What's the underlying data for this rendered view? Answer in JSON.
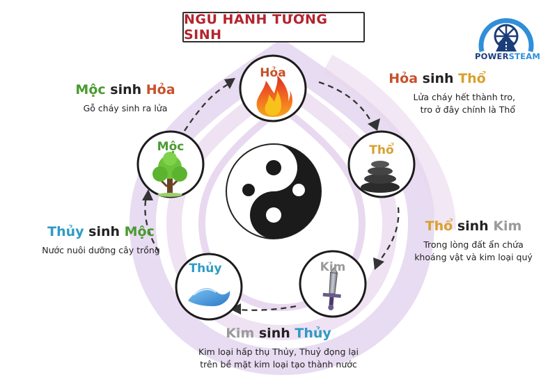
{
  "title": "NGŨ HÀNH TƯƠNG SINH",
  "logo": {
    "text_part1": "POWER",
    "text_part2": "STEAM",
    "icon": "wheel-road-icon"
  },
  "colors": {
    "moc": "#4a9a30",
    "hoa": "#c8502a",
    "tho": "#d9a02e",
    "kim": "#9a9a9a",
    "thuy": "#2d9bc4",
    "title": "#b3242f"
  },
  "elements": {
    "hoa": {
      "label": "Hỏa",
      "icon": "fire-icon"
    },
    "tho": {
      "label": "Thổ",
      "icon": "stacked-stones-icon"
    },
    "kim": {
      "label": "Kim",
      "icon": "sword-icon"
    },
    "thuy": {
      "label": "Thủy",
      "icon": "water-wave-icon"
    },
    "moc": {
      "label": "Mộc",
      "icon": "tree-icon"
    },
    "center": {
      "icon": "yin-yang-icon"
    }
  },
  "relations": {
    "moc_hoa": {
      "from": "Mộc",
      "conn": "sinh",
      "to": "Hỏa",
      "desc": [
        "Gỗ cháy sinh ra lửa"
      ]
    },
    "hoa_tho": {
      "from": "Hỏa",
      "conn": "sinh",
      "to": "Thổ",
      "desc": [
        "Lửa cháy hết thành tro,",
        "tro ở đây chính là Thổ"
      ]
    },
    "tho_kim": {
      "from": "Thổ",
      "conn": "sinh",
      "to": "Kim",
      "desc": [
        "Trong lòng đất ẩn chứa",
        "khoáng vật và kim loại quý"
      ]
    },
    "kim_thuy": {
      "from": "Kim",
      "conn": "sinh",
      "to": "Thủy",
      "desc": [
        "Kim loại hấp thụ Thủy, Thuỷ đọng lại",
        "trên bề mặt kim loại tạo thành nước"
      ]
    },
    "thuy_moc": {
      "from": "Thủy",
      "conn": "sinh",
      "to": "Mộc",
      "desc": [
        "Nước nuôi dưỡng cây trồng"
      ]
    }
  }
}
